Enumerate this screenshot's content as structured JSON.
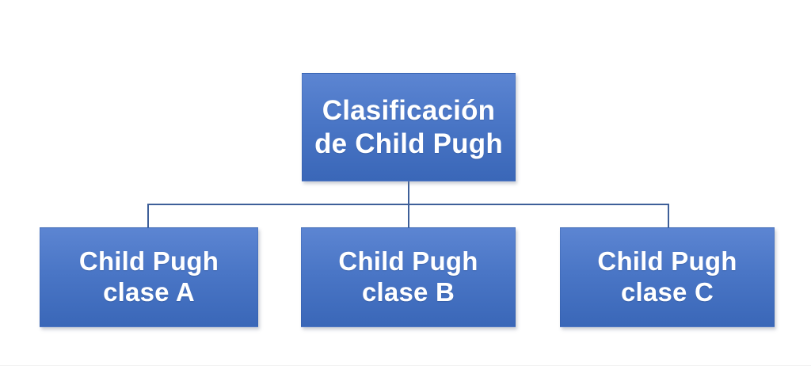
{
  "diagram": {
    "type": "hierarchy-tree",
    "background_color": "#ffffff",
    "node_fill_top": "#5c85d2",
    "node_fill_bottom": "#3a67b8",
    "node_text_color": "#ffffff",
    "connector_color": "#3e5f99",
    "root": {
      "label": "Clasificación\nde Child Pugh"
    },
    "children": [
      {
        "label": "Child Pugh\nclase A"
      },
      {
        "label": "Child Pugh\nclase B"
      },
      {
        "label": "Child Pugh\nclase C"
      }
    ]
  }
}
